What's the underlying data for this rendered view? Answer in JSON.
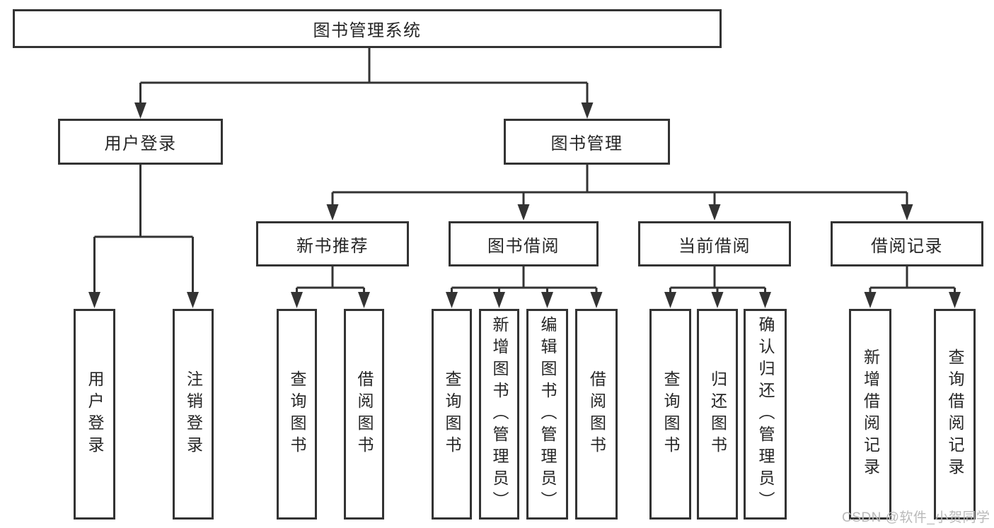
{
  "tree": {
    "root": {
      "label": "图书管理系统"
    },
    "branches": [
      {
        "label": "用户登录",
        "children": [
          {
            "label": "用户登录"
          },
          {
            "label": "注销登录"
          }
        ]
      },
      {
        "label": "图书管理",
        "children": [
          {
            "label": "新书推荐",
            "children": [
              {
                "label": "查询图书"
              },
              {
                "label": "借阅图书"
              }
            ]
          },
          {
            "label": "图书借阅",
            "children": [
              {
                "label": "查询图书"
              },
              {
                "label": "新增图书（管理员）"
              },
              {
                "label": "编辑图书（管理员）"
              },
              {
                "label": "借阅图书"
              }
            ]
          },
          {
            "label": "当前借阅",
            "children": [
              {
                "label": "查询图书"
              },
              {
                "label": "归还图书"
              },
              {
                "label": "确认归还（管理员）"
              }
            ]
          },
          {
            "label": "借阅记录",
            "children": [
              {
                "label": "新增借阅记录"
              },
              {
                "label": "查询借阅记录"
              }
            ]
          }
        ]
      }
    ]
  },
  "watermark": {
    "text": "CSDN @软件_小贺同学"
  },
  "colors": {
    "line": "#333333",
    "box_border": "#333333",
    "text": "#262626",
    "watermark": "#b9b9b9",
    "background": "#ffffff"
  }
}
